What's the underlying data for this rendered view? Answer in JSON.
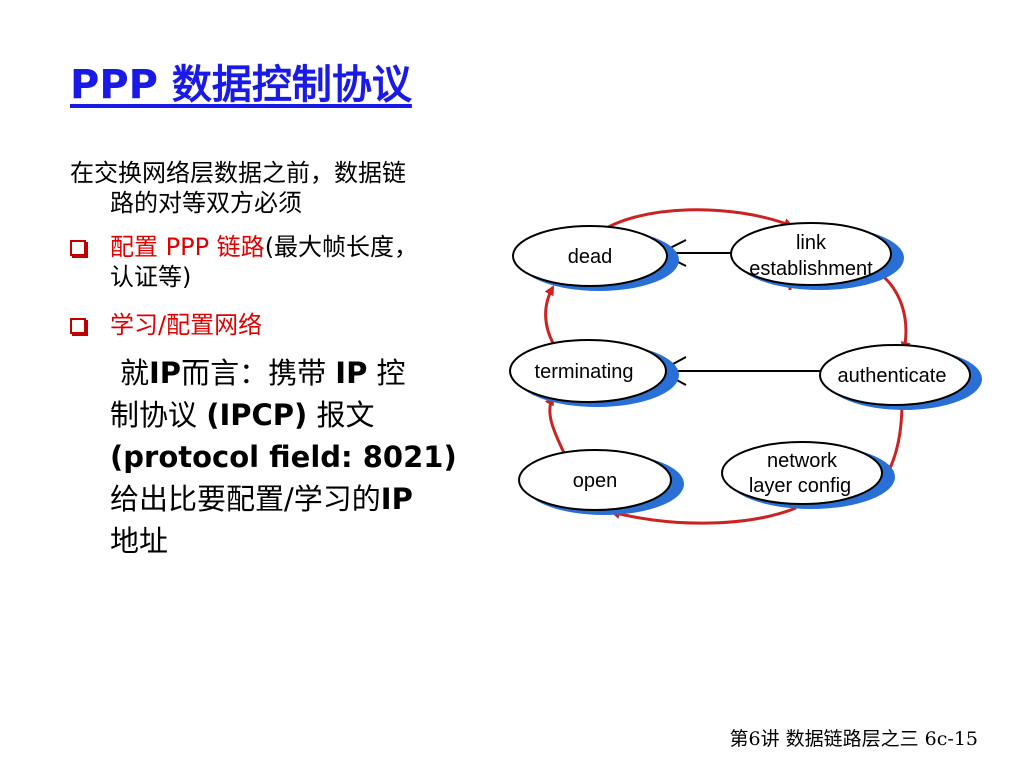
{
  "title": "PPP 数据控制协议",
  "intro": {
    "line1": "在交换网络层数据之前，数据链",
    "line2": "路的对等双方必须"
  },
  "bullets": [
    {
      "red": "配置 PPP 链路",
      "black": "(最大帧长度，",
      "cont": "认证等)"
    },
    {
      "red": "学习/配置网络"
    }
  ],
  "paragraph": [
    {
      "cjk": "就",
      "b": "IP"
    },
    {
      "cjk": "而言：携带 ",
      "b": "IP "
    },
    {
      "cjk": "控"
    }
  ],
  "para_lines": {
    "l1a": "就",
    "l1b": "IP",
    "l1c": "而言：携带 ",
    "l1d": "IP",
    "l1e": " 控",
    "l2a": "制协议 ",
    "l2b": "(IPCP)",
    "l2c": " 报文",
    "l3": "(protocol field: 8021)",
    "l4a": "给出比要配置/学习的",
    "l4b": "IP",
    "l5": "地址"
  },
  "diagram": {
    "nodes": {
      "dead": "dead",
      "link_line1": "link",
      "link_line2": "establishment",
      "terminating": "terminating",
      "authenticate": "authenticate",
      "open": "open",
      "network_line1": "network",
      "network_line2": "layer  config"
    },
    "colors": {
      "arrow": "#cc2222",
      "shadow": "#2a6fd6",
      "outline": "#000000"
    }
  },
  "footer": "第6讲 数据链路层之三   6c-15"
}
